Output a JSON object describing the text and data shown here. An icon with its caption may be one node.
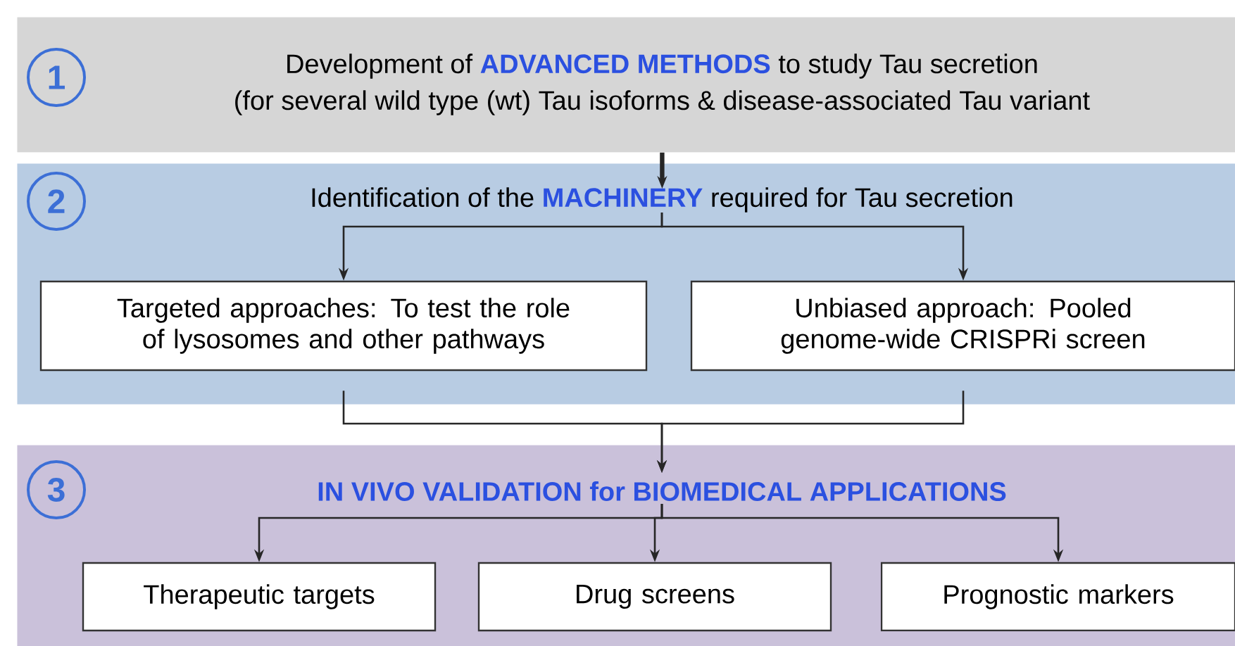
{
  "diagram": {
    "nodes": [
      {
        "text": [
          "Development of **ADVANCED METHODS** to study Tau secretion",
          "(for several wild type (wt) Tau isoforms & disease-associated Tau variant"
        ]
      },
      {
        "text": [
          "1"
        ],
        "in": 0
      },
      {
        "text": [
          "Identification of the **MACHINERY** required for Tau secretion"
        ]
      },
      {
        "text": [
          "2"
        ],
        "in": 2
      },
      {
        "text": [
          "Targeted approaches: To test the role of lysosomes and other pathways"
        ],
        "in": 2
      },
      {
        "text": [
          "Unbiased approach: Pooled genome-wide CRISPRi screen"
        ],
        "in": 2
      },
      {
        "text": [
          "IN VIVO VALIDATION for BIOMEDICAL APPLICATIONS"
        ]
      },
      {
        "text": [
          "3"
        ],
        "in": 6
      },
      {
        "text": [
          "Therapeutic targets"
        ],
        "in": 6
      },
      {
        "text": [
          "Drug screens"
        ],
        "in": 6
      },
      {
        "text": [
          "Prognostic markers"
        ],
        "in": 6
      }
    ],
    "edges": [
      {
        "from": 0,
        "to": 2,
        "arrow": "to",
        "style": "thick"
      },
      {
        "from": 2,
        "to": 4,
        "arrow": "to"
      },
      {
        "from": 2,
        "to": 5,
        "arrow": "to"
      },
      {
        "from": 4,
        "to": 6,
        "arrow": "to"
      },
      {
        "from": 5,
        "to": 6,
        "arrow": "to"
      },
      {
        "from": 6,
        "to": 8,
        "arrow": "to"
      },
      {
        "from": 6,
        "to": 9,
        "arrow": "to"
      },
      {
        "from": 6,
        "to": 10,
        "arrow": "to"
      }
    ]
  }
}
